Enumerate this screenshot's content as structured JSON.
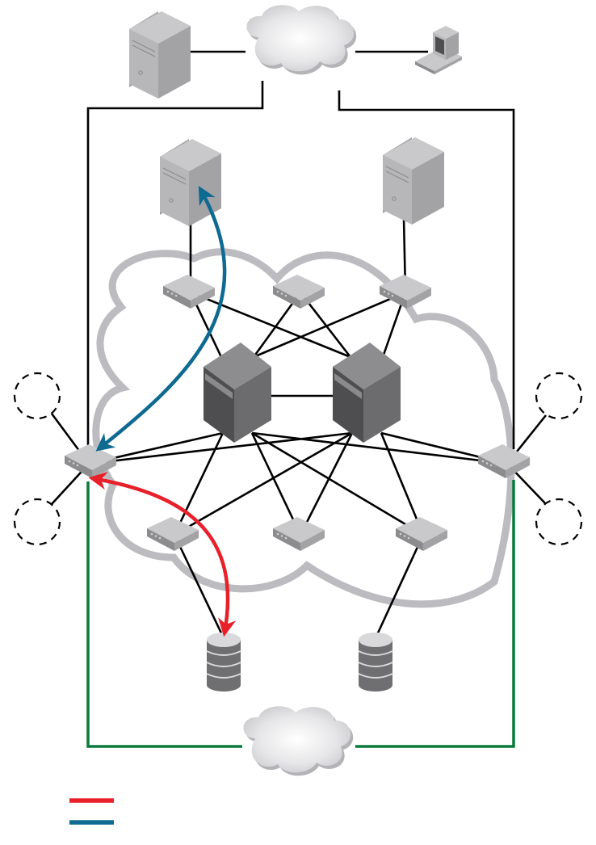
{
  "diagram": {
    "title": "",
    "colors": {
      "link": "#000000",
      "backup_link": "#0a7a3c",
      "red_path": "#e8202a",
      "blue_path": "#0e6a91",
      "cloud_outline": "#bcbcc0",
      "device_light": "#c9c9cc",
      "device_mid": "#a3a3a6",
      "device_dark": "#7e7e82",
      "chassis_top": "#8d8d90",
      "chassis_front": "#58585b",
      "chassis_side": "#6c6c6f"
    },
    "nodes": [
      {
        "id": "top-server",
        "type": "server",
        "role": "external server"
      },
      {
        "id": "top-cloud",
        "type": "cloud",
        "role": "wan cloud"
      },
      {
        "id": "top-workstation",
        "type": "workstation",
        "role": "client workstation"
      },
      {
        "id": "server-left",
        "type": "server",
        "role": "application server"
      },
      {
        "id": "server-right",
        "type": "server",
        "role": "application server"
      },
      {
        "id": "edge-switch-top-left",
        "type": "switch"
      },
      {
        "id": "edge-switch-top-mid",
        "type": "switch"
      },
      {
        "id": "edge-switch-top-right",
        "type": "switch"
      },
      {
        "id": "core-chassis-left",
        "type": "chassis"
      },
      {
        "id": "core-chassis-right",
        "type": "chassis"
      },
      {
        "id": "border-switch-left",
        "type": "switch"
      },
      {
        "id": "border-switch-right",
        "type": "switch"
      },
      {
        "id": "edge-switch-bottom-left",
        "type": "switch"
      },
      {
        "id": "edge-switch-bottom-mid",
        "type": "switch"
      },
      {
        "id": "edge-switch-bottom-right",
        "type": "switch"
      },
      {
        "id": "storage-left",
        "type": "database"
      },
      {
        "id": "storage-right",
        "type": "database"
      },
      {
        "id": "bottom-cloud",
        "type": "cloud",
        "role": "backup wan cloud"
      },
      {
        "id": "placeholder-left-top",
        "type": "dashed-circle"
      },
      {
        "id": "placeholder-left-bottom",
        "type": "dashed-circle"
      },
      {
        "id": "placeholder-right-top",
        "type": "dashed-circle"
      },
      {
        "id": "placeholder-right-bottom",
        "type": "dashed-circle"
      }
    ],
    "links": [
      {
        "from": "top-server",
        "to": "top-cloud",
        "style": "link"
      },
      {
        "from": "top-cloud",
        "to": "top-workstation",
        "style": "link"
      },
      {
        "from": "top-cloud",
        "to": "border-switch-left",
        "style": "link"
      },
      {
        "from": "top-cloud",
        "to": "border-switch-right",
        "style": "link"
      },
      {
        "from": "server-left",
        "to": "edge-switch-top-left",
        "style": "link"
      },
      {
        "from": "server-right",
        "to": "edge-switch-top-right",
        "style": "link"
      },
      {
        "from": "edge-switch-top-left",
        "to": "core-chassis-left",
        "style": "link"
      },
      {
        "from": "edge-switch-top-left",
        "to": "core-chassis-right",
        "style": "link"
      },
      {
        "from": "edge-switch-top-mid",
        "to": "core-chassis-left",
        "style": "link"
      },
      {
        "from": "edge-switch-top-mid",
        "to": "core-chassis-right",
        "style": "link"
      },
      {
        "from": "edge-switch-top-right",
        "to": "core-chassis-left",
        "style": "link"
      },
      {
        "from": "edge-switch-top-right",
        "to": "core-chassis-right",
        "style": "link"
      },
      {
        "from": "core-chassis-left",
        "to": "core-chassis-right",
        "style": "link"
      },
      {
        "from": "border-switch-left",
        "to": "core-chassis-left",
        "style": "link"
      },
      {
        "from": "border-switch-left",
        "to": "core-chassis-right",
        "style": "link"
      },
      {
        "from": "border-switch-right",
        "to": "core-chassis-left",
        "style": "link"
      },
      {
        "from": "border-switch-right",
        "to": "core-chassis-right",
        "style": "link"
      },
      {
        "from": "edge-switch-bottom-left",
        "to": "core-chassis-left",
        "style": "link"
      },
      {
        "from": "edge-switch-bottom-left",
        "to": "core-chassis-right",
        "style": "link"
      },
      {
        "from": "edge-switch-bottom-mid",
        "to": "core-chassis-left",
        "style": "link"
      },
      {
        "from": "edge-switch-bottom-mid",
        "to": "core-chassis-right",
        "style": "link"
      },
      {
        "from": "edge-switch-bottom-right",
        "to": "core-chassis-left",
        "style": "link"
      },
      {
        "from": "edge-switch-bottom-right",
        "to": "core-chassis-right",
        "style": "link"
      },
      {
        "from": "edge-switch-bottom-left",
        "to": "storage-left",
        "style": "link"
      },
      {
        "from": "edge-switch-bottom-right",
        "to": "storage-right",
        "style": "link"
      },
      {
        "from": "border-switch-left",
        "to": "placeholder-left-top",
        "style": "link"
      },
      {
        "from": "border-switch-left",
        "to": "placeholder-left-bottom",
        "style": "link"
      },
      {
        "from": "border-switch-right",
        "to": "placeholder-right-top",
        "style": "link"
      },
      {
        "from": "border-switch-right",
        "to": "placeholder-right-bottom",
        "style": "link"
      },
      {
        "from": "border-switch-left",
        "to": "bottom-cloud",
        "style": "backup_link"
      },
      {
        "from": "border-switch-right",
        "to": "bottom-cloud",
        "style": "backup_link"
      }
    ],
    "paths": [
      {
        "id": "blue-path",
        "from": "border-switch-left",
        "to": "server-left",
        "color_key": "blue_path",
        "bidirectional": true
      },
      {
        "id": "red-path",
        "from": "border-switch-left",
        "to": "storage-left",
        "color_key": "red_path",
        "bidirectional": true
      }
    ],
    "legend": [
      {
        "color_key": "red_path",
        "label": ""
      },
      {
        "color_key": "blue_path",
        "label": ""
      }
    ]
  }
}
